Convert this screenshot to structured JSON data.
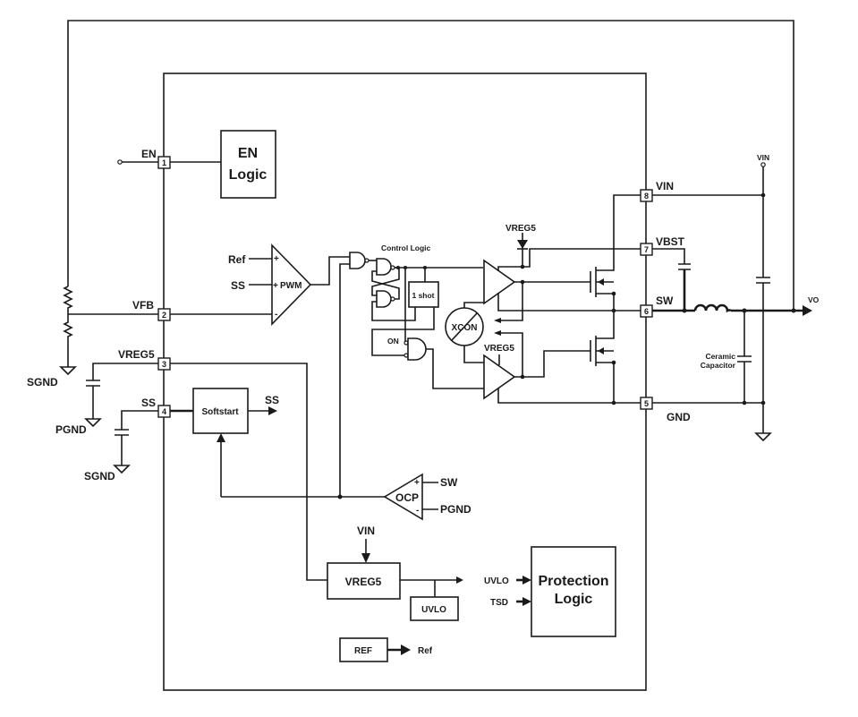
{
  "diagram": {
    "pins": [
      {
        "number": "1",
        "name": "EN"
      },
      {
        "number": "2",
        "name": "VFB"
      },
      {
        "number": "3",
        "name": "VREG5"
      },
      {
        "number": "4",
        "name": "SS"
      },
      {
        "number": "5",
        "name": "GND"
      },
      {
        "number": "6",
        "name": "SW"
      },
      {
        "number": "7",
        "name": "VBST"
      },
      {
        "number": "8",
        "name": "VIN"
      }
    ],
    "blocks": {
      "en_logic": [
        "EN",
        "Logic"
      ],
      "softstart": "Softstart",
      "softstart_out": "SS",
      "pwm": "PWM",
      "pwm_plus1": "+",
      "pwm_plus2": "+",
      "pwm_minus": "-",
      "pwm_in_ref": "Ref",
      "pwm_in_ss": "SS",
      "control_logic": "Control Logic",
      "one_shot": "1 shot",
      "on_label": "ON",
      "xcon": "XCON",
      "driver_hi_supply": "VREG5",
      "driver_lo_supply": "VREG5",
      "ocp": "OCP",
      "ocp_plus": "+",
      "ocp_minus": "-",
      "ocp_in_sw": "SW",
      "ocp_in_pgnd": "PGND",
      "vreg5": "VREG5",
      "vreg5_in": "VIN",
      "uvlo": "UVLO",
      "ref": "REF",
      "ref_out": "Ref",
      "protection": [
        "Protection",
        "Logic"
      ],
      "protection_in_uvlo": "UVLO",
      "protection_in_tsd": "TSD"
    },
    "external": {
      "sgnd_1": "SGND",
      "pgnd": "PGND",
      "sgnd_2": "SGND",
      "vin_supply": "VIN",
      "vo": "VO",
      "ceramic_cap": [
        "Ceramic",
        "Capacitor"
      ]
    }
  }
}
